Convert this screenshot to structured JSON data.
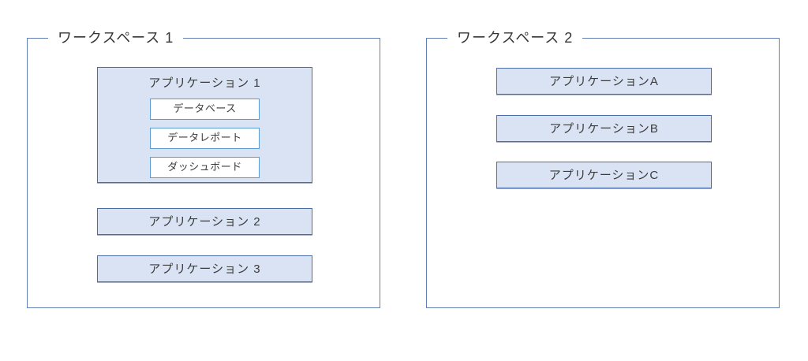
{
  "colors": {
    "background": "#ffffff",
    "workspace_border": "#617eb5",
    "application_fill": "#dae3f3",
    "application_border": "#4a6da8",
    "module_fill": "#ffffff",
    "module_border": "#5b9bd5",
    "text": "#3b3b3b"
  },
  "workspaces": [
    {
      "title": "ワークスペース 1",
      "applications": [
        {
          "label": "アプリケーション 1",
          "modules": [
            "データベース",
            "データレポート",
            "ダッシュボード"
          ]
        },
        {
          "label": "アプリケーション 2",
          "modules": []
        },
        {
          "label": "アプリケーション 3",
          "modules": []
        }
      ]
    },
    {
      "title": "ワークスペース 2",
      "applications": [
        {
          "label": "アプリケーションA",
          "modules": []
        },
        {
          "label": "アプリケーションB",
          "modules": []
        },
        {
          "label": "アプリケーションC",
          "modules": []
        }
      ]
    }
  ]
}
